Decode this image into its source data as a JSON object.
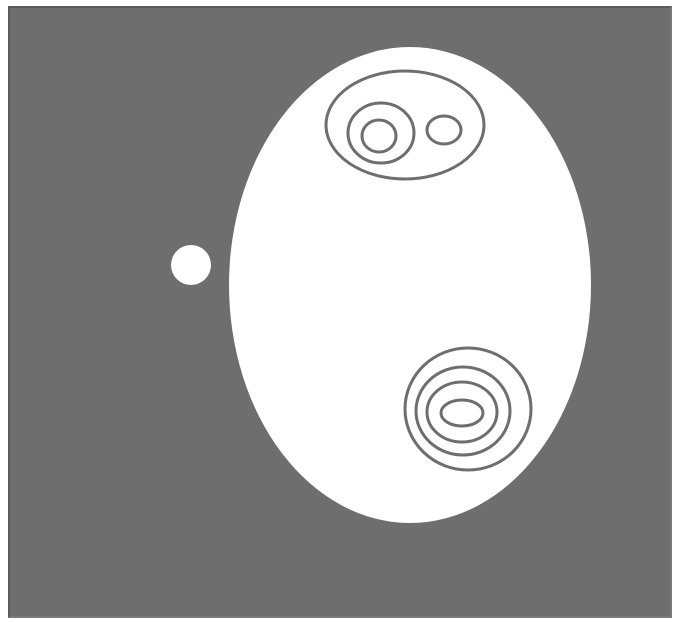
{
  "colors": {
    "background_frame": "#6e6e6e",
    "shape_fill": "#ffffff",
    "contour_stroke": "#6e6e6e"
  },
  "scene": {
    "description_free": true,
    "shapes": [
      {
        "name": "large-ellipse"
      },
      {
        "name": "small-dot"
      },
      {
        "name": "upper-contour-group"
      },
      {
        "name": "lower-contour-group"
      }
    ]
  }
}
